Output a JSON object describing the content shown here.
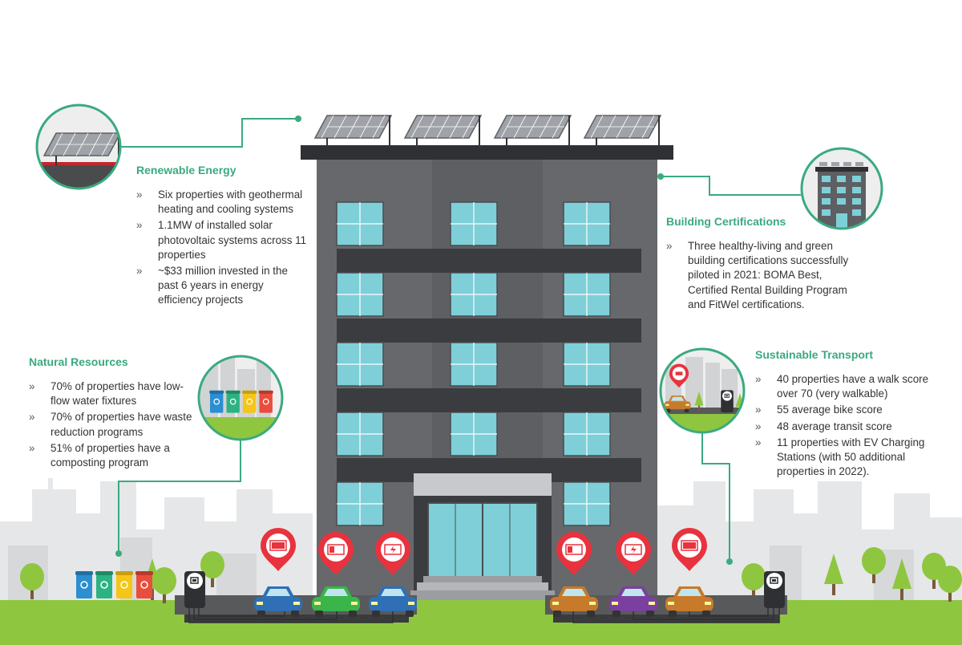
{
  "renewable_energy": {
    "title": "Renewable Energy",
    "bullets": [
      "Six properties with geothermal heating and cooling systems",
      "1.1MW of installed solar photovoltaic systems across 11 properties",
      "~$33 million invested in the past 6 years in energy efficiency projects"
    ]
  },
  "building_certifications": {
    "title": "Building Certifications",
    "bullets": [
      "Three healthy-living and green building certifications successfully piloted in 2021: BOMA Best, Certified Rental Building Program and FitWel certifications."
    ]
  },
  "natural_resources": {
    "title": "Natural Resources",
    "bullets": [
      "70% of properties have low-flow water fixtures",
      "70% of properties have waste reduction programs",
      "51% of properties have a composting program"
    ]
  },
  "sustainable_transport": {
    "title": "Sustainable Transport",
    "bullets": [
      "40 properties have a walk score over 70 (very walkable)",
      "55 average bike score",
      "48 average transit score",
      "11 properties with EV Charging Stations (with 50 additional properties in 2022)."
    ]
  },
  "colors": {
    "accent": "#3aaa7f",
    "building": "#5d5f63",
    "window": "#7ecfd8",
    "grass": "#8ec63f",
    "pin": "#e8323e",
    "skyline": "#e6e7e8"
  },
  "icons": [
    "solar-panel-icon",
    "building-icon",
    "recycling-bins-icon",
    "ev-charger-icon",
    "battery-icon",
    "car-icon",
    "tree-icon"
  ]
}
